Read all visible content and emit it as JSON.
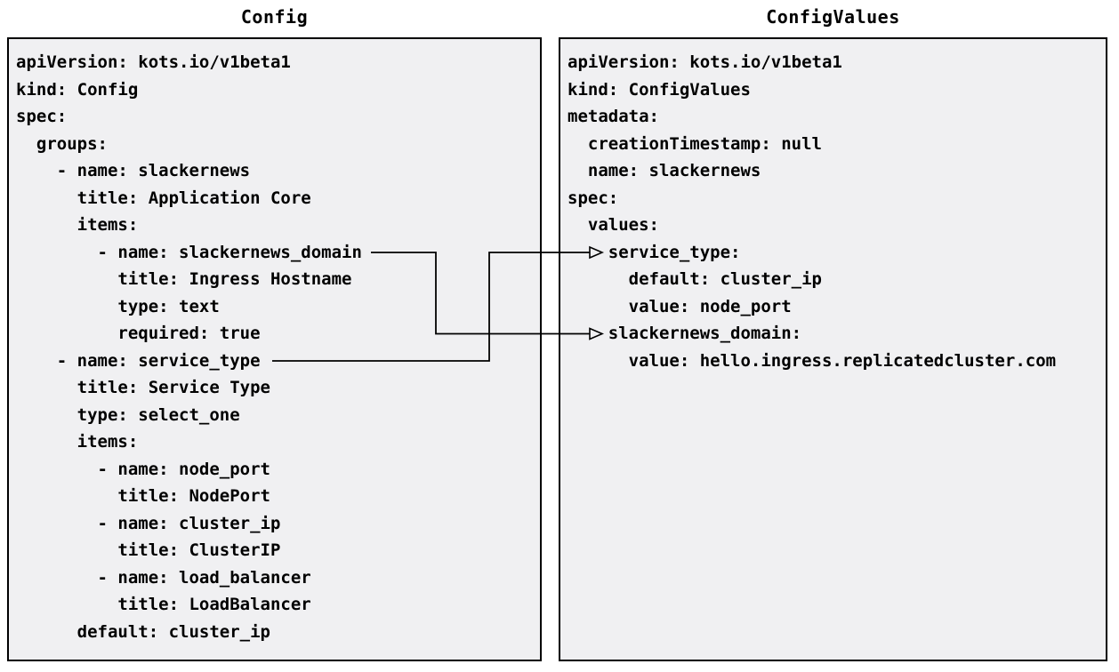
{
  "diagram": {
    "panels": [
      {
        "id": "config",
        "title": "Config",
        "code": "apiVersion: kots.io/v1beta1\nkind: Config\nspec:\n  groups:\n    - name: slackernews\n      title: Application Core\n      items:\n        - name: slackernews_domain\n          title: Ingress Hostname\n          type: text\n          required: true\n    - name: service_type\n      title: Service Type\n      type: select_one\n      items:\n        - name: node_port\n          title: NodePort\n        - name: cluster_ip\n          title: ClusterIP\n        - name: load_balancer\n          title: LoadBalancer\n      default: cluster_ip"
      },
      {
        "id": "configvalues",
        "title": "ConfigValues",
        "code": "apiVersion: kots.io/v1beta1\nkind: ConfigValues\nmetadata:\n  creationTimestamp: null\n  name: slackernews\nspec:\n  values:\n    service_type:\n      default: cluster_ip\n      value: node_port\n    slackernews_domain:\n      value: hello.ingress.replicatedcluster.com"
      }
    ],
    "connections": [
      {
        "from": "Config item name: slackernews_domain",
        "to": "ConfigValues value key: slackernews_domain"
      },
      {
        "from": "Config item name: service_type",
        "to": "ConfigValues value key: service_type"
      }
    ],
    "colors": {
      "page_background": "#ffffff",
      "panel_background": "#f0f0f2",
      "panel_border": "#000000",
      "text": "#000000",
      "arrow": "#000000"
    }
  }
}
